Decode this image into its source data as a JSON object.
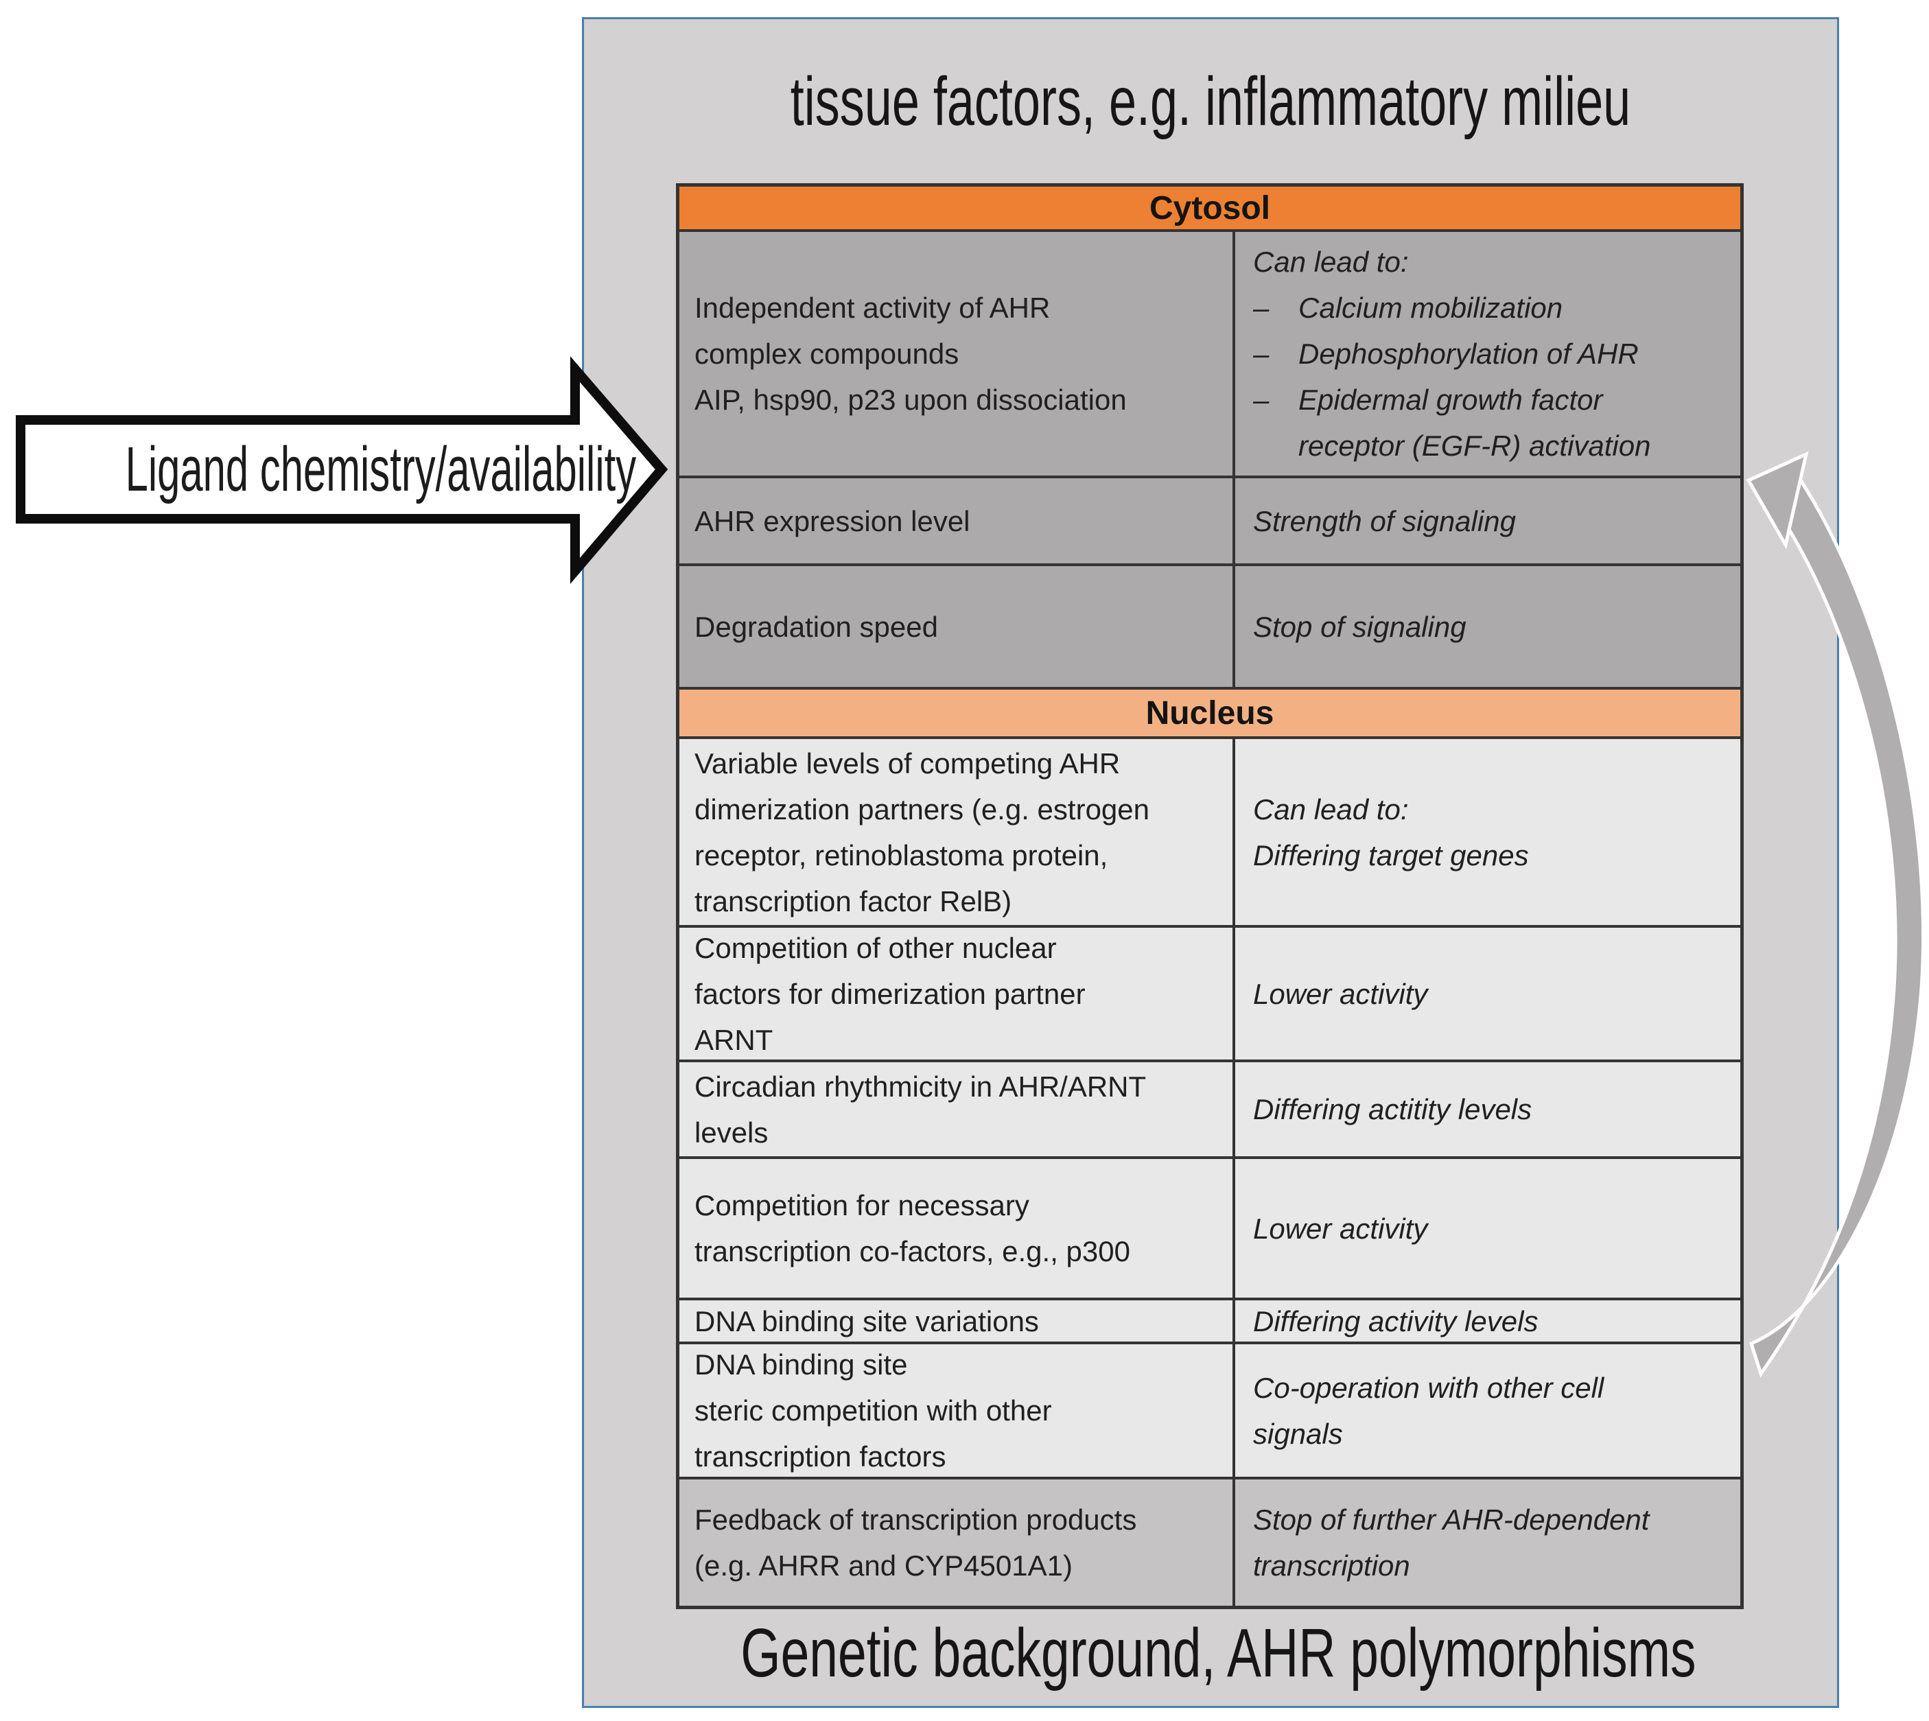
{
  "title": "tissue factors, e.g. inflammatory milieu",
  "bottom_caption": "Genetic background, AHR polymorphisms",
  "ligand_arrow": {
    "label": "Ligand chemistry/availability"
  },
  "glyphs": {
    "dash": "–"
  },
  "colors": {
    "panel_bg": "#d3d1d1",
    "panel_border": "#4a7fb0",
    "cytosol_header_bg": "#ed8032",
    "nucleus_header_bg": "#f3b183",
    "cytosol_row_bg": "#acaaaa",
    "nucleus_row_bg": "#e9e8e8",
    "feedback_row_bg": "#c5c3c3",
    "table_border": "#343434",
    "ligand_arrow_fill": "#ffffff",
    "ligand_arrow_outline": "#0d0d0d",
    "curve_arrow": "#b0aeae"
  },
  "table": {
    "cytosol": {
      "header": "Cytosol",
      "rows": [
        {
          "left": "Independent activity of AHR\ncomplex compounds\nAIP, hsp90, p23 upon dissociation",
          "right_lead": "Can lead to:",
          "bullets": [
            "Calcium mobilization",
            "Dephosphorylation of AHR",
            "Epidermal growth factor\nreceptor (EGF-R) activation"
          ]
        },
        {
          "left": "AHR expression level",
          "right": "Strength of signaling"
        },
        {
          "left": "Degradation speed",
          "right": "Stop of signaling"
        }
      ]
    },
    "nucleus": {
      "header": "Nucleus",
      "rows": [
        {
          "left": "Variable levels of competing AHR\ndimerization partners (e.g. estrogen\nreceptor, retinoblastoma protein,\ntranscription factor RelB)",
          "right": "Can lead to:\nDiffering target genes"
        },
        {
          "left": "Competition of other nuclear\nfactors for dimerization partner\nARNT",
          "right": "Lower activity"
        },
        {
          "left": "Circadian rhythmicity in AHR/ARNT\nlevels",
          "right": "Differing actitity levels"
        },
        {
          "left": "Competition for necessary\ntranscription co-factors, e.g., p300",
          "right": "Lower activity"
        },
        {
          "left": "DNA binding site variations",
          "right": "Differing activity levels"
        },
        {
          "left": "DNA binding site\nsteric competition with other\ntranscription factors",
          "right": "Co-operation with other cell\nsignals"
        },
        {
          "left": "Feedback of transcription products\n(e.g. AHRR  and CYP4501A1)",
          "right": "Stop of further AHR-dependent\ntranscription"
        }
      ]
    }
  }
}
